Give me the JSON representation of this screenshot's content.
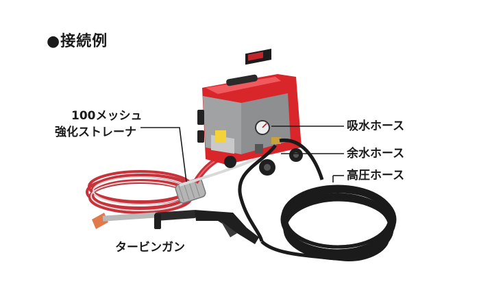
{
  "title": "●接続例",
  "labels": {
    "strainer_line1": "100メッシュ",
    "strainer_line2": "強化ストレーナ",
    "suction_hose": "吸水ホース",
    "surplus_hose": "余水ホース",
    "high_pressure_hose": "高圧ホース",
    "turbine_gun": "タービンガン"
  },
  "colors": {
    "machine_red": "#d8262b",
    "panel_gray": "#8e8f91",
    "hose_black": "#1b1b1b",
    "suction_red": "#c8323a"
  }
}
